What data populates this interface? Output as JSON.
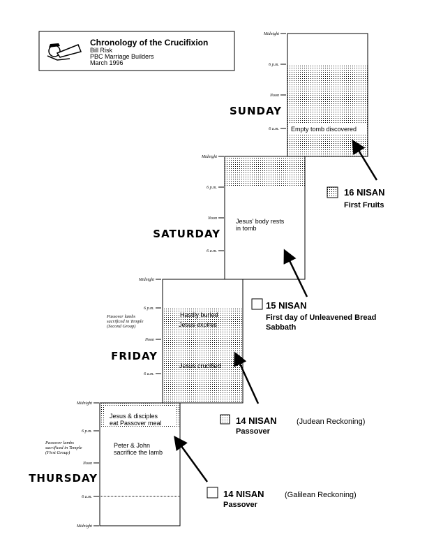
{
  "title_box": {
    "title": "Chronology of the Crucifixion",
    "author": "Bill Risk",
    "organization": "PBC Marriage Builders",
    "date": "March 1996",
    "icon": "shofar-blower-icon"
  },
  "time_labels": {
    "midnight": "Midnight",
    "six_pm": "6 p.m.",
    "noon": "Noon",
    "six_am": "6 a.m."
  },
  "days": {
    "sunday": {
      "label": "SUNDAY",
      "event": "Empty tomb discovered"
    },
    "saturday": {
      "label": "SATURDAY",
      "event_line1": "Jesus' body rests",
      "event_line2": "in tomb"
    },
    "friday": {
      "label": "FRIDAY",
      "event1": "Hastily buried",
      "event2": "Jesus expires",
      "event3": "Jesus crucified",
      "note_line1": "Passover lambs",
      "note_line2": "sacrificed in Temple",
      "note_line3": "(Second Group)"
    },
    "thursday": {
      "label": "THURSDAY",
      "event1_line1": "Jesus & disciples",
      "event1_line2": "eat Passover meal",
      "event2_line1": "Peter & John",
      "event2_line2": "sacrifice the lamb",
      "note_line1": "Passover lambs",
      "note_line2": "sacrificed in Temple",
      "note_line3": "(First Group)"
    }
  },
  "legend": {
    "nisan16": {
      "day": "16 NISAN",
      "line1": "First Fruits"
    },
    "nisan15": {
      "day": "15 NISAN",
      "line1": "First day of Unleavened Bread",
      "line2": "Sabbath"
    },
    "nisan14_judean": {
      "day": "14 NISAN",
      "reckoning": "(Judean Reckoning)",
      "line1": "Passover"
    },
    "nisan14_galilean": {
      "day": "14 NISAN",
      "reckoning": "(Galilean Reckoning)",
      "line1": "Passover"
    }
  }
}
